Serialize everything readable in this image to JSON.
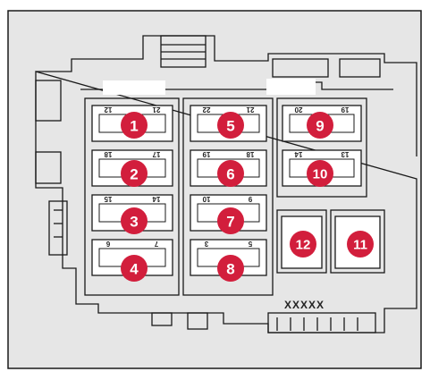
{
  "diagram": {
    "part_code": "XXXXX",
    "colors": {
      "background": "#e6e6e6",
      "outline": "#1a1a1a",
      "fuse_slot": "#ffffff",
      "marker": "#d21e3c",
      "marker_text": "#ffffff"
    },
    "markers": [
      {
        "id": 1,
        "label": "1"
      },
      {
        "id": 2,
        "label": "2"
      },
      {
        "id": 3,
        "label": "3"
      },
      {
        "id": 4,
        "label": "4"
      },
      {
        "id": 5,
        "label": "5"
      },
      {
        "id": 6,
        "label": "6"
      },
      {
        "id": 7,
        "label": "7"
      },
      {
        "id": 8,
        "label": "8"
      },
      {
        "id": 9,
        "label": "9"
      },
      {
        "id": 10,
        "label": "10"
      },
      {
        "id": 11,
        "label": "11"
      },
      {
        "id": 12,
        "label": "12"
      }
    ],
    "slot_mini_labels": [
      [
        "12",
        "21"
      ],
      [
        "18",
        "17"
      ],
      [
        "15",
        "14"
      ],
      [
        "6",
        "7"
      ],
      [
        "22",
        "21"
      ],
      [
        "19",
        "18"
      ],
      [
        "10",
        "9"
      ],
      [
        "3",
        "5"
      ],
      [
        "20",
        "19"
      ],
      [
        "14",
        "13"
      ]
    ]
  }
}
